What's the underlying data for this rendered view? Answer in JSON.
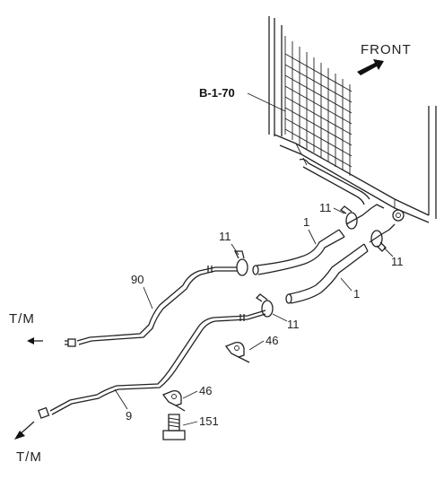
{
  "diagram": {
    "direction_label": "FRONT",
    "reference": "B-1-70",
    "transmission_labels": [
      "T/M",
      "T/M"
    ],
    "part_labels": {
      "hose_upper": "1",
      "hose_lower": "1",
      "clamp_upper_left": "11",
      "clamp_upper_right": "11",
      "clamp_right": "11",
      "clamp_lower": "11",
      "pipe_upper": "90",
      "pipe_lower": "9",
      "bracket_upper": "46",
      "bracket_lower": "46",
      "bolt": "151"
    }
  }
}
